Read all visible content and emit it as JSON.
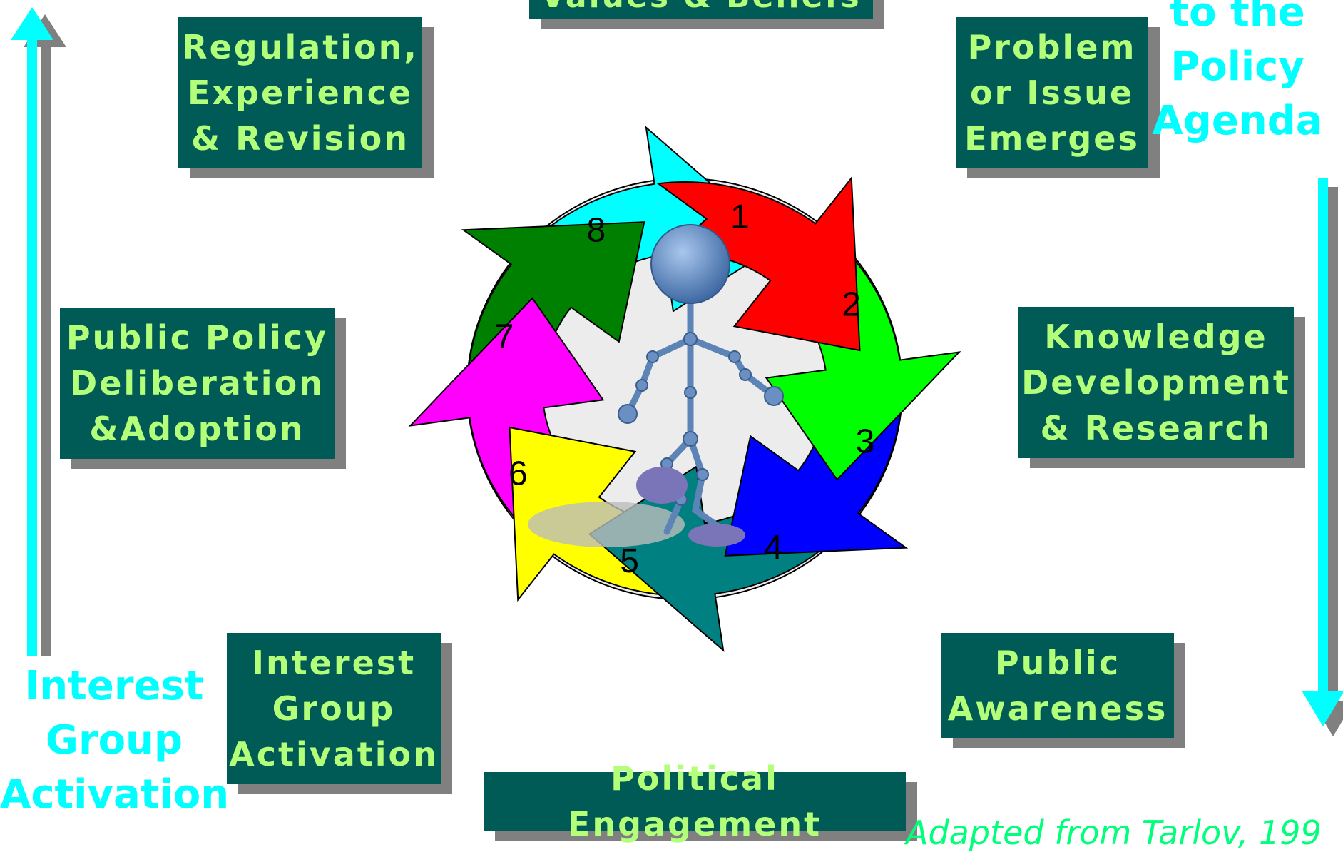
{
  "steps": [
    {
      "number": "1",
      "label": "Values & Beliefs",
      "color": "#ff0000"
    },
    {
      "number": "2",
      "label": "Problem\nor Issue\nEmerges",
      "color": "#00ff00"
    },
    {
      "number": "3",
      "label": "Knowledge\nDevelopment\n& Research",
      "color": "#0000ff"
    },
    {
      "number": "4",
      "label": "Public\nAwareness",
      "color": "#008080"
    },
    {
      "number": "5",
      "label": "Political Engagement",
      "color": "#ffff00"
    },
    {
      "number": "6",
      "label": "Interest\nGroup\nActivation",
      "color": "#ff00ff"
    },
    {
      "number": "7",
      "label": "Public Policy\nDeliberation\n&Adoption",
      "color": "#008000"
    },
    {
      "number": "8",
      "label": "Regulation,\nExperience\n& Revision",
      "color": "#00ffff"
    }
  ],
  "side_labels": {
    "right": "to the\nPolicy\nAgenda",
    "left": "Interest\nGroup\nActivation"
  },
  "credit": "Adapted from Tarlov, 199",
  "colors": {
    "box_fill": "#005a55",
    "box_text": "#b4ff7a",
    "side_arrow": "#00ffff",
    "credit_text": "#00ff7a"
  },
  "icons": {
    "center_figure": "walking-stick-figure-icon"
  }
}
